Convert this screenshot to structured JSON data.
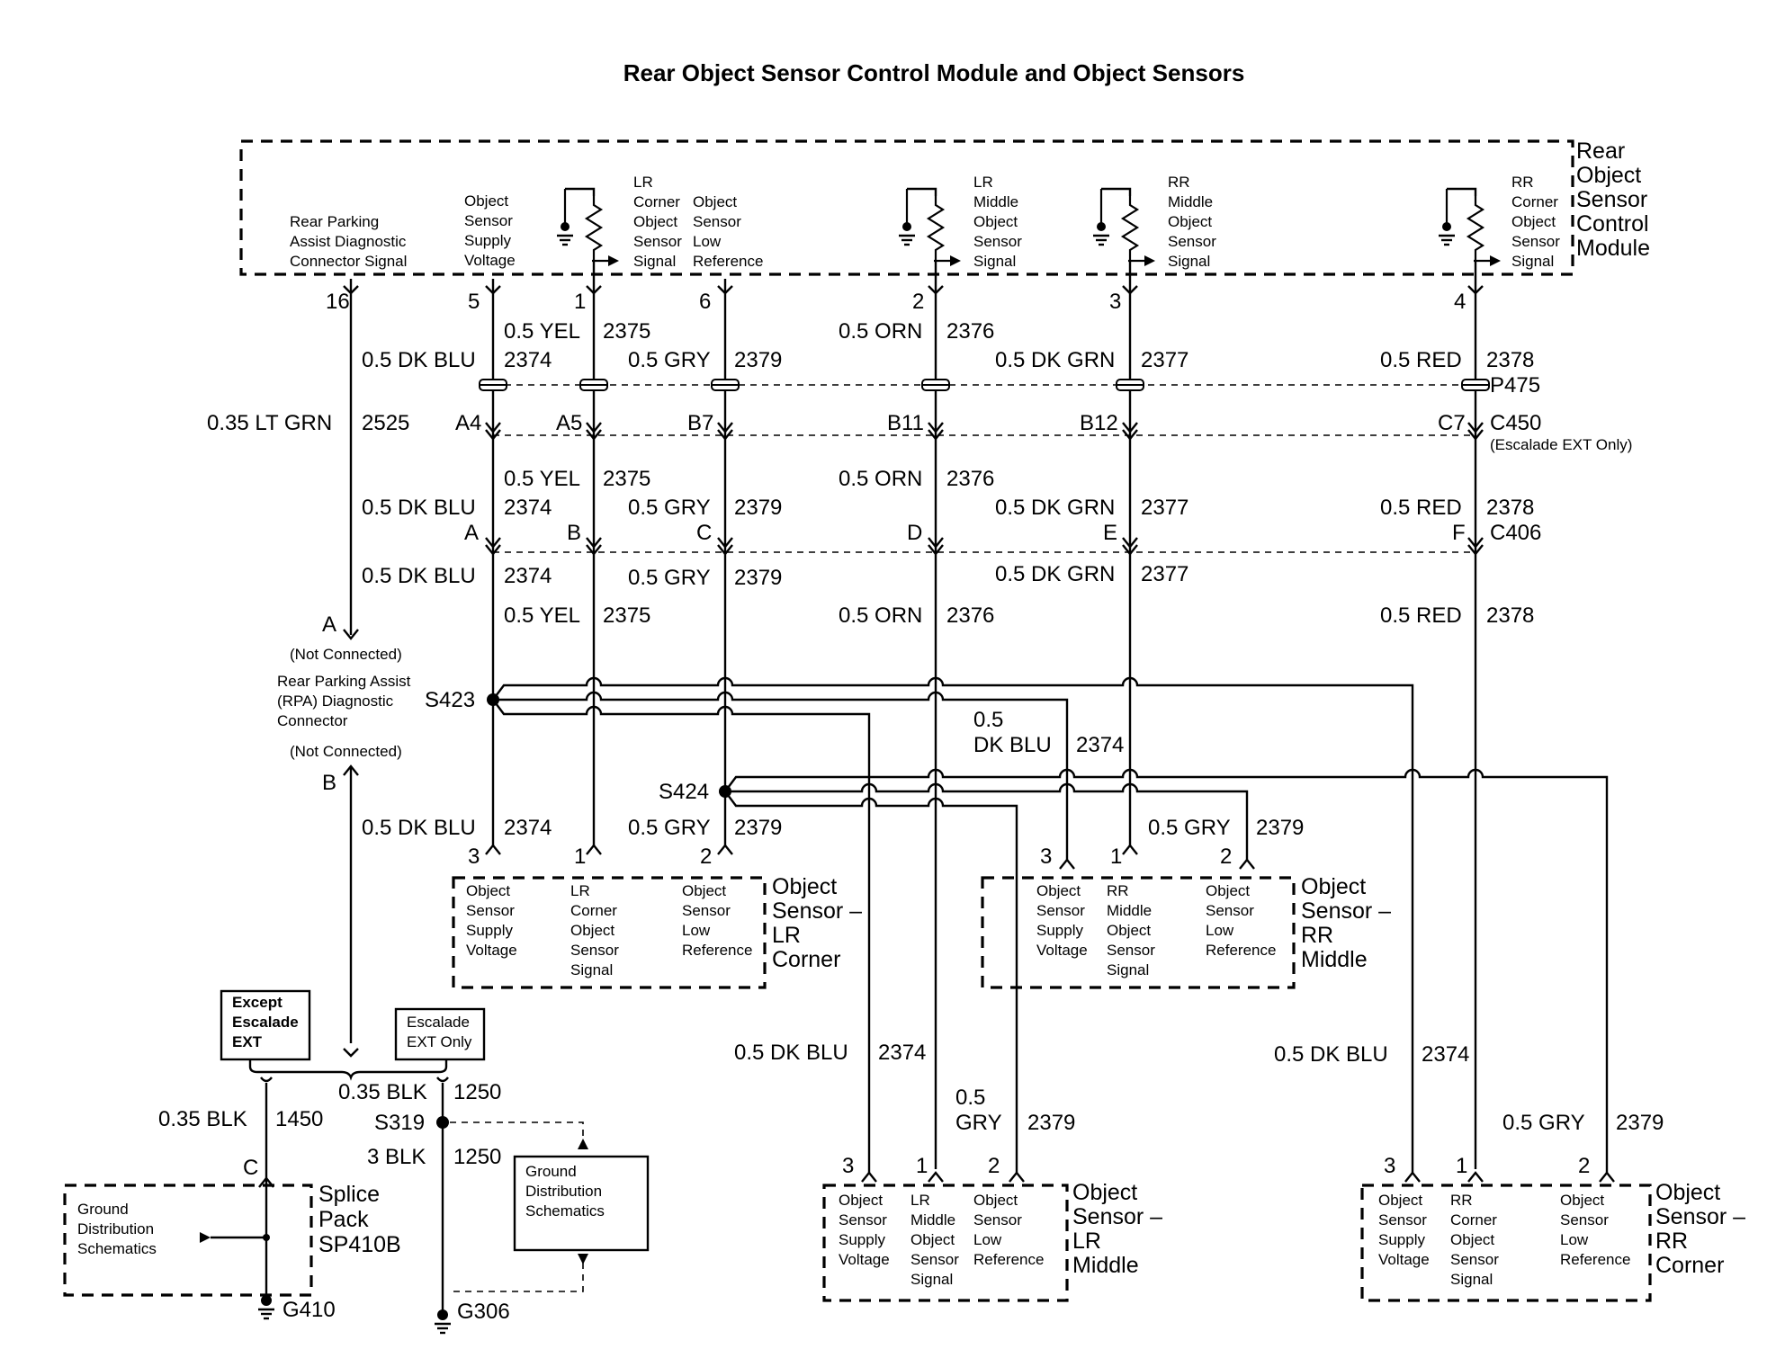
{
  "title": "Rear Object Sensor Control Module and Object Sensors",
  "module": {
    "name": [
      "Rear",
      "Object",
      "Sensor",
      "Control",
      "Module"
    ],
    "pin_labels": {
      "p16": [
        "Rear Parking",
        "Assist Diagnostic",
        "Connector Signal"
      ],
      "p5": [
        "Object",
        "Sensor",
        "Supply",
        "Voltage"
      ],
      "p1": [
        "LR",
        "Corner",
        "Object",
        "Sensor",
        "Signal"
      ],
      "p6": [
        "Object",
        "Sensor",
        "Low",
        "Reference"
      ],
      "p2": [
        "LR",
        "Middle",
        "Object",
        "Sensor",
        "Signal"
      ],
      "p3": [
        "RR",
        "Middle",
        "Object",
        "Sensor",
        "Signal"
      ],
      "p4": [
        "RR",
        "Corner",
        "Object",
        "Sensor",
        "Signal"
      ]
    },
    "pins": {
      "p16": "16",
      "p5": "5",
      "p1": "1",
      "p6": "6",
      "p2": "2",
      "p3": "3",
      "p4": "4"
    }
  },
  "wires": {
    "dkblu": "0.5 DK BLU",
    "yel": "0.5 YEL",
    "gry": "0.5 GRY",
    "orn": "0.5 ORN",
    "dkgrn": "0.5 DK GRN",
    "red": "0.5 RED",
    "ltgrn": "0.35 LT GRN",
    "blk035": "0.35 BLK",
    "blk3": "3 BLK",
    "dkblu_split_a": "0.5",
    "dkblu_split_b": "DK BLU",
    "gry_split_a": "0.5",
    "gry_split_b": "GRY"
  },
  "circuits": {
    "c2374": "2374",
    "c2375": "2375",
    "c2379": "2379",
    "c2376": "2376",
    "c2377": "2377",
    "c2378": "2378",
    "c2525": "2525",
    "c1450": "1450",
    "c1250": "1250"
  },
  "connectors": {
    "p475": "P475",
    "c450": "C450",
    "c450_note": "(Escalade EXT Only)",
    "c406": "C406",
    "c450_pins": {
      "a4": "A4",
      "a5": "A5",
      "b7": "B7",
      "b11": "B11",
      "b12": "B12",
      "c7": "C7"
    },
    "c406_pins": {
      "a": "A",
      "b": "B",
      "c": "C",
      "d": "D",
      "e": "E",
      "f": "F"
    }
  },
  "splices": {
    "s423": "S423",
    "s424": "S424",
    "s319": "S319"
  },
  "diag_connector": {
    "pin_a": "A",
    "pin_b": "B",
    "not_connected": "(Not Connected)",
    "name": [
      "Rear Parking Assist",
      "(RPA) Diagnostic",
      "Connector"
    ]
  },
  "sensors": {
    "lr_corner": {
      "name": [
        "Object",
        "Sensor –",
        "LR",
        "Corner"
      ],
      "pins": {
        "p3": "3",
        "p1": "1",
        "p2": "2"
      },
      "labels": {
        "supply": [
          "Object",
          "Sensor",
          "Supply",
          "Voltage"
        ],
        "signal": [
          "LR",
          "Corner",
          "Object",
          "Sensor",
          "Signal"
        ],
        "low": [
          "Object",
          "Sensor",
          "Low",
          "Reference"
        ]
      }
    },
    "rr_middle": {
      "name": [
        "Object",
        "Sensor –",
        "RR",
        "Middle"
      ],
      "pins": {
        "p3": "3",
        "p1": "1",
        "p2": "2"
      },
      "labels": {
        "supply": [
          "Object",
          "Sensor",
          "Supply",
          "Voltage"
        ],
        "signal": [
          "RR",
          "Middle",
          "Object",
          "Sensor",
          "Signal"
        ],
        "low": [
          "Object",
          "Sensor",
          "Low",
          "Reference"
        ]
      }
    },
    "lr_middle": {
      "name": [
        "Object",
        "Sensor –",
        "LR",
        "Middle"
      ],
      "pins": {
        "p3": "3",
        "p1": "1",
        "p2": "2"
      },
      "labels": {
        "supply": [
          "Object",
          "Sensor",
          "Supply",
          "Voltage"
        ],
        "signal": [
          "LR",
          "Middle",
          "Object",
          "Sensor",
          "Signal"
        ],
        "low": [
          "Object",
          "Sensor",
          "Low",
          "Reference"
        ]
      }
    },
    "rr_corner": {
      "name": [
        "Object",
        "Sensor –",
        "RR",
        "Corner"
      ],
      "pins": {
        "p3": "3",
        "p1": "1",
        "p2": "2"
      },
      "labels": {
        "supply": [
          "Object",
          "Sensor",
          "Supply",
          "Voltage"
        ],
        "signal": [
          "RR",
          "Corner",
          "Object",
          "Sensor",
          "Signal"
        ],
        "low": [
          "Object",
          "Sensor",
          "Low",
          "Reference"
        ]
      }
    }
  },
  "options": {
    "except_ext": [
      "Except",
      "Escalade",
      "EXT"
    ],
    "ext_only": [
      "Escalade",
      "EXT Only"
    ]
  },
  "ground": {
    "gds_left": [
      "Ground",
      "Distribution",
      "Schematics"
    ],
    "gds_right": [
      "Ground",
      "Distribution",
      "Schematics"
    ],
    "splice_pack": [
      "Splice",
      "Pack",
      "SP410B"
    ],
    "splice_pin": "C",
    "g410": "G410",
    "g306": "G306"
  }
}
